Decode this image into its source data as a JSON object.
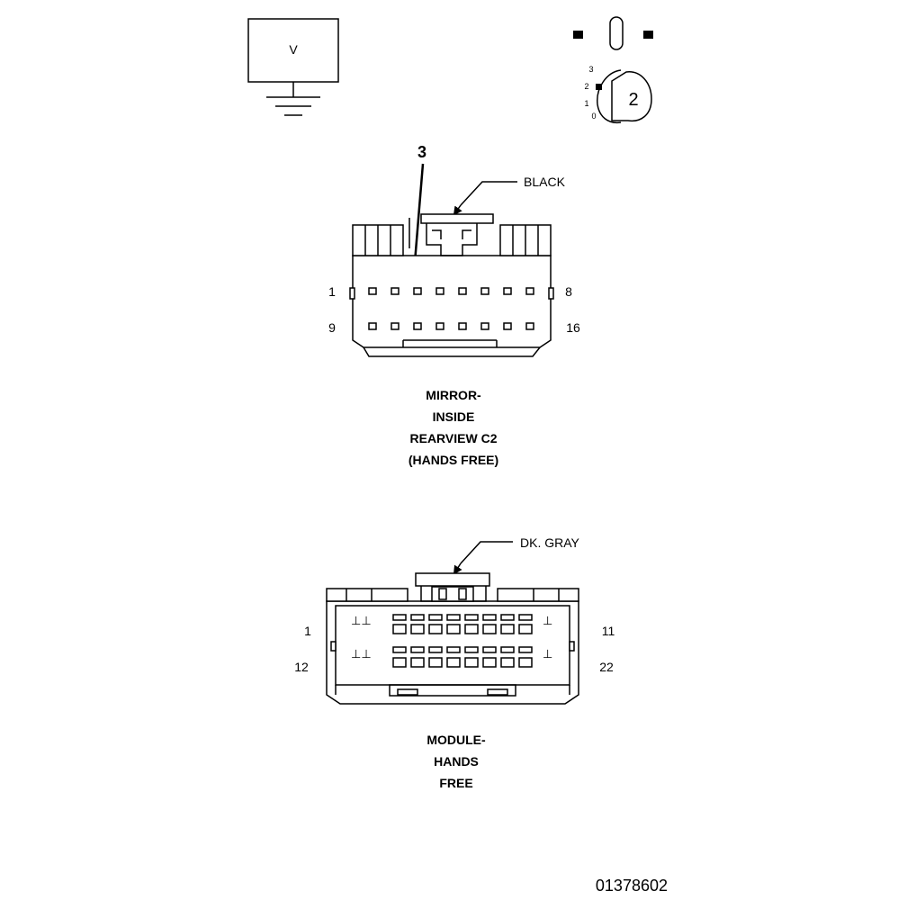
{
  "legend": {
    "voltmeter_label": "V",
    "key_label": "2",
    "ignition_positions": [
      "3",
      "2",
      "1",
      "0"
    ]
  },
  "callout": {
    "cavity_number": "3"
  },
  "connector_c2": {
    "color_label": "BLACK",
    "pin_labels": {
      "top_left": "1",
      "top_right": "8",
      "bottom_left": "9",
      "bottom_right": "16"
    },
    "name_lines": [
      "MIRROR-",
      "INSIDE",
      "REARVIEW C2",
      "(HANDS FREE)"
    ]
  },
  "connector_module": {
    "color_label": "DK. GRAY",
    "pin_labels": {
      "top_left": "1",
      "top_right": "11",
      "bottom_left": "12",
      "bottom_right": "22"
    },
    "name_lines": [
      "MODULE-",
      "HANDS",
      "FREE"
    ]
  },
  "figure_id": "01378602"
}
